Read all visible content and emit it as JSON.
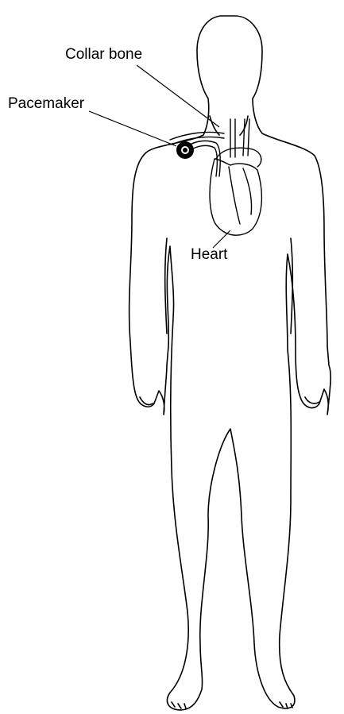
{
  "diagram": {
    "labels": {
      "collar_bone": "Collar bone",
      "pacemaker": "Pacemaker",
      "heart": "Heart"
    }
  }
}
